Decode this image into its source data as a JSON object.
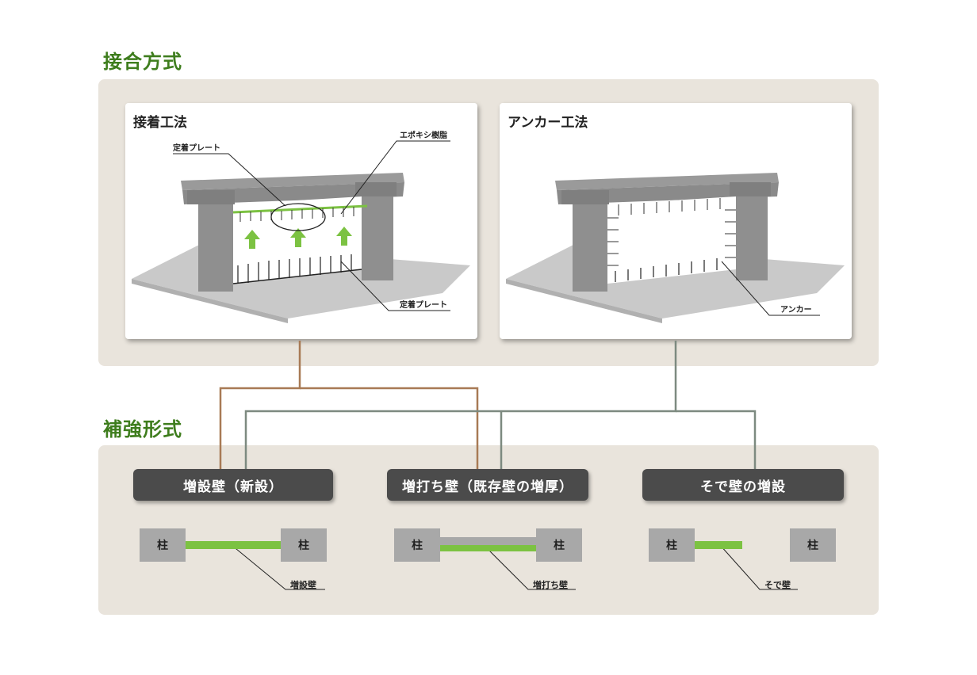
{
  "sections": {
    "joining_title": "接合方式",
    "reinforcement_title": "補強形式"
  },
  "methods": {
    "adhesive": {
      "title": "接着工法",
      "label_plate_top": "定着プレート",
      "label_epoxy": "エポキシ樹脂",
      "label_plate_bottom": "定着プレート"
    },
    "anchor": {
      "title": "アンカー工法",
      "label_anchor": "アンカー"
    }
  },
  "types": [
    {
      "title": "増設壁（新設）",
      "column_label": "柱",
      "wall_label": "増設壁"
    },
    {
      "title": "増打ち壁（既存壁の増厚）",
      "column_label": "柱",
      "wall_label": "増打ち壁"
    },
    {
      "title": "そで壁の増設",
      "column_label": "柱",
      "wall_label": "そで壁"
    }
  ],
  "colors": {
    "accent_green": "#7cc242",
    "title_green": "#3e7d1d",
    "brown_line": "#a87a55",
    "gray_line": "#7d8a80",
    "panel": "#e9e4dc",
    "dark_box": "#4b4b4b"
  }
}
